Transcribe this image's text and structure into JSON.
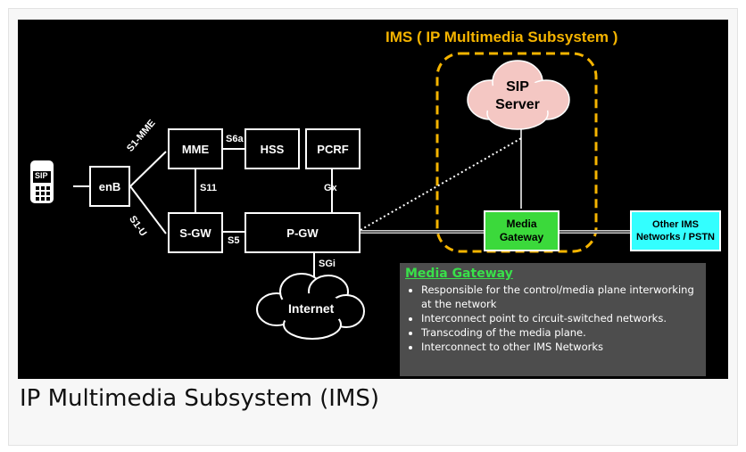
{
  "diagram": {
    "ims_title": "IMS ( IP Multimedia Subsystem )",
    "nodes": {
      "enb": "enB",
      "mme": "MME",
      "hss": "HSS",
      "pcrf": "PCRF",
      "sgw": "S-GW",
      "pgw": "P-GW",
      "sip_server_line1": "SIP",
      "sip_server_line2": "Server",
      "internet": "Internet",
      "media_gateway": "Media Gateway",
      "other_ims": "Other IMS Networks / PSTN",
      "phone": "SIP"
    },
    "interfaces": {
      "s1_mme": "S1-MME",
      "s1_u": "S1-U",
      "s6a": "S6a",
      "s11": "S11",
      "s5": "S5",
      "gx": "Gx",
      "sgi": "SGi"
    },
    "colors": {
      "ims_outline": "#f5b400",
      "media_gateway_fill": "#3bd93b",
      "other_ims_fill": "#33ffff",
      "cloud_fill": "#f4c7c3",
      "info_title": "#39e04a"
    }
  },
  "info_box": {
    "title": "Media Gateway",
    "bullets": [
      "Responsible for the control/media plane interworking at the network",
      "Interconnect point to circuit-switched networks.",
      "Transcoding of the media plane.",
      "Interconnect to other IMS Networks"
    ]
  },
  "caption": "IP Multimedia Subsystem (IMS)"
}
